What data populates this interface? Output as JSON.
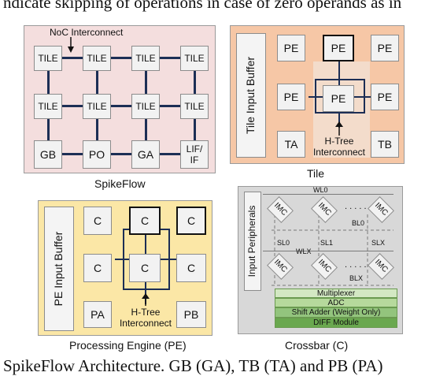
{
  "top_text": "ndicate skipping of operations in case of zero operands as in",
  "bottom_text": "SpikeFlow  Architecture.  GB  (GA),  TB  (TA)  and  PB  (PA)",
  "spikeflow": {
    "noc_label": "NoC Interconnect",
    "tiles": [
      "TILE",
      "TILE",
      "TILE",
      "TILE",
      "TILE",
      "TILE",
      "TILE",
      "TILE"
    ],
    "bottom": [
      "GB",
      "PO",
      "GA",
      "LIF/\nIF"
    ],
    "caption": "SpikeFlow"
  },
  "tile": {
    "buffer_label": "Tile Input Buffer",
    "pe_labels": [
      "PE",
      "PE",
      "PE",
      "PE",
      "PE",
      "PE"
    ],
    "ta": "TA",
    "tb": "TB",
    "htree": "H-Tree\nInterconnect",
    "caption": "Tile"
  },
  "pe": {
    "buffer_label": "PE Input Buffer",
    "c_labels": [
      "C",
      "C",
      "C",
      "C",
      "C",
      "C"
    ],
    "pa": "PA",
    "pb": "PB",
    "htree": "H-Tree\nInterconnect",
    "caption": "Processing Engine (PE)"
  },
  "crossbar": {
    "peripherals": "Input Peripherals",
    "imc": [
      "IMC",
      "IMC",
      "IMC",
      "IMC",
      "IMC",
      "IMC"
    ],
    "dots": ". . . . .",
    "labels": {
      "wl0": "WL0",
      "bl0": "BL0",
      "sl0": "SL0",
      "sl1": "SL1",
      "slx": "SLX",
      "wlx": "WLX",
      "blx": "BLX"
    },
    "stack": [
      "Multiplexer",
      "ADC",
      "Shift Adder (Weight Only)",
      "DIFF Module"
    ],
    "caption": "Crossbar (C)"
  },
  "colors": {
    "spikeflow_bg": "#f4dede",
    "tile_bg": "#f6c7a6",
    "tile_inner": "#f3dccb",
    "pe_bg": "#fbe7a6",
    "crossbar_bg": "#d8d8d8",
    "wire": "#1c2e55",
    "green_light": "#d3e8c3",
    "green_mid": "#a9d08e",
    "green_dark": "#6aa84f"
  }
}
